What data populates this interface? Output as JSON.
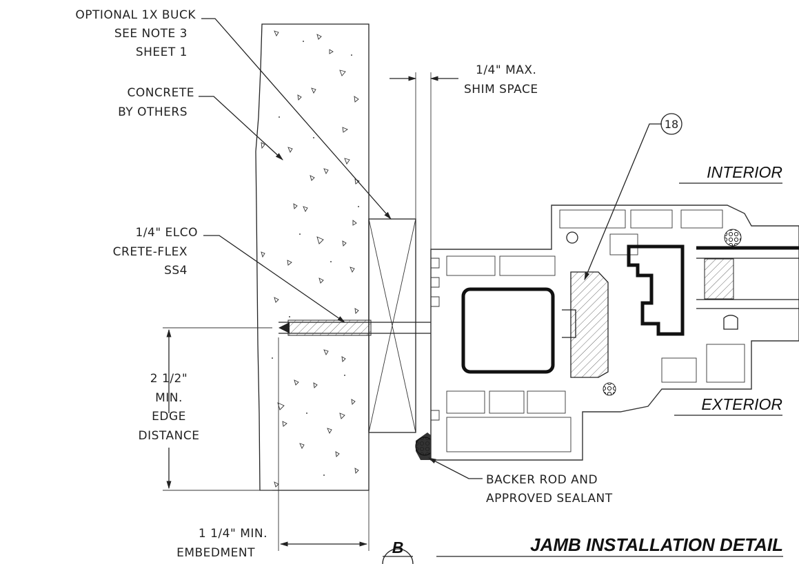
{
  "labels": {
    "buck": [
      "OPTIONAL 1X BUCK",
      "SEE NOTE 3",
      "SHEET 1"
    ],
    "concrete": [
      "CONCRETE",
      "BY OTHERS"
    ],
    "anchor": [
      "1/4\" ELCO",
      "CRETE-FLEX",
      "SS4"
    ],
    "edge": [
      "2 1/2\"",
      "MIN.",
      "EDGE",
      "DISTANCE"
    ],
    "embed": [
      "1 1/4\" MIN.",
      "EMBEDMENT"
    ],
    "shim": [
      "1/4\" MAX.",
      "SHIM SPACE"
    ],
    "sealant": [
      "BACKER ROD AND",
      "APPROVED SEALANT"
    ]
  },
  "callout": {
    "number": "18"
  },
  "sides": {
    "interior": "INTERIOR",
    "exterior": "EXTERIOR"
  },
  "title": {
    "letter": "B",
    "text": "JAMB INSTALLATION DETAIL"
  }
}
